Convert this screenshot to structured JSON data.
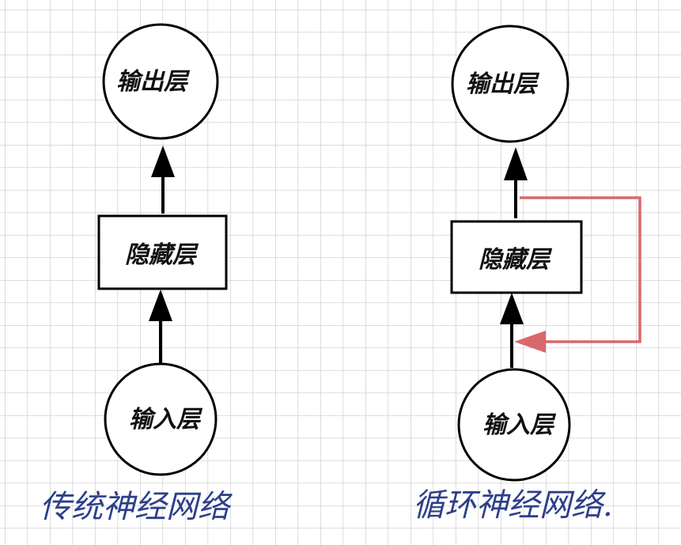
{
  "colors": {
    "grid": "#c9c9c9",
    "stroke": "#000000",
    "recurrent_arrow": "#d9686c",
    "caption": "#2d3f8a"
  },
  "left_diagram": {
    "caption": "传统神经网络",
    "output_label": "输出层",
    "hidden_label": "隐藏层",
    "input_label": "输入层"
  },
  "right_diagram": {
    "caption": "循环神经网络.",
    "output_label": "输出层",
    "hidden_label": "隐藏层",
    "input_label": "输入层"
  }
}
